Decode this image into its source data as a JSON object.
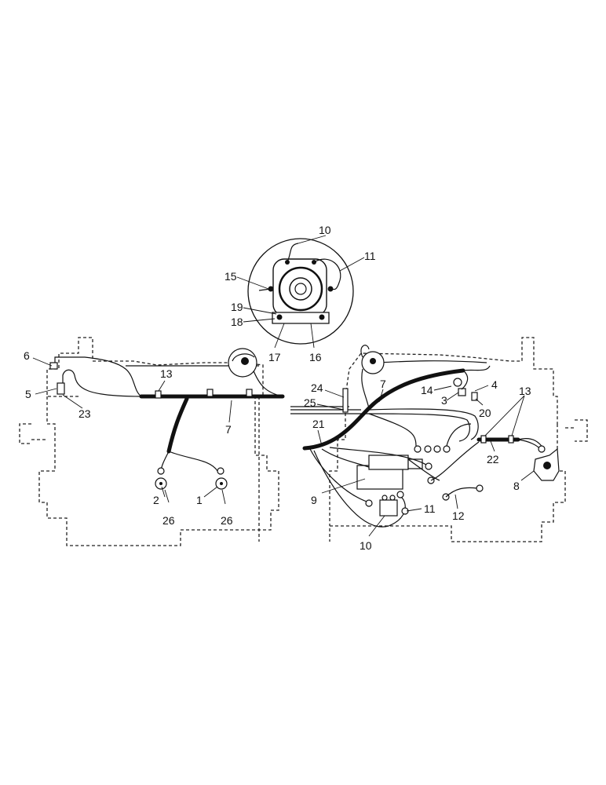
{
  "diagram": {
    "labels": {
      "l1": "1",
      "l2": "2",
      "l3": "3",
      "l4": "4",
      "l5": "5",
      "l6": "6",
      "l7a": "7",
      "l7b": "7",
      "l8": "8",
      "l9": "9",
      "l10a": "10",
      "l10b": "10",
      "l11a": "11",
      "l11b": "11",
      "l12": "12",
      "l13a": "13",
      "l13b": "13",
      "l14": "14",
      "l15": "15",
      "l16": "16",
      "l17": "17",
      "l18": "18",
      "l19": "19",
      "l20": "20",
      "l21": "21",
      "l22": "22",
      "l23": "23",
      "l24": "24",
      "l25": "25",
      "l26a": "26",
      "l26b": "26"
    }
  }
}
